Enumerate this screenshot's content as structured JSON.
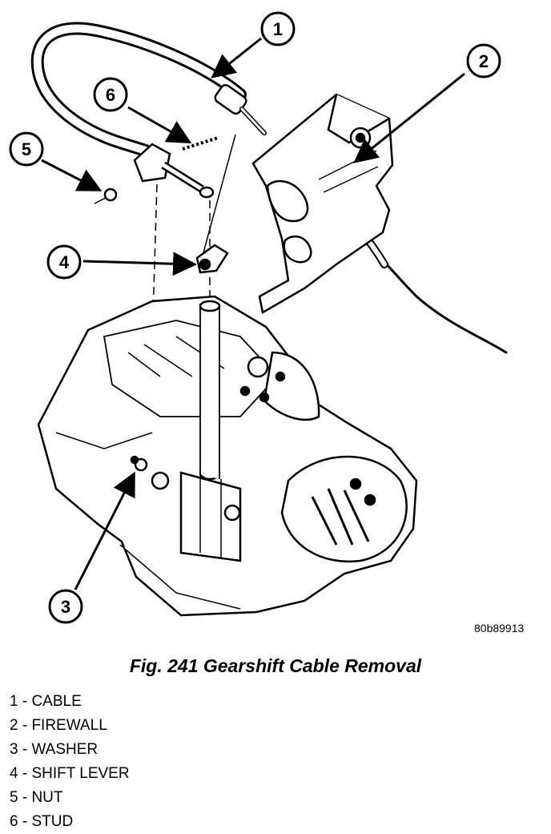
{
  "figure": {
    "code": "80b89913",
    "title": "Fig. 241 Gearshift Cable Removal"
  },
  "callouts": [
    {
      "number": "1"
    },
    {
      "number": "2"
    },
    {
      "number": "3"
    },
    {
      "number": "4"
    },
    {
      "number": "5"
    },
    {
      "number": "6"
    }
  ],
  "legend": [
    {
      "text": "1 - CABLE"
    },
    {
      "text": "2 - FIREWALL"
    },
    {
      "text": "3 - WASHER"
    },
    {
      "text": "4 - SHIFT LEVER"
    },
    {
      "text": "5 - NUT"
    },
    {
      "text": "6 - STUD"
    }
  ]
}
